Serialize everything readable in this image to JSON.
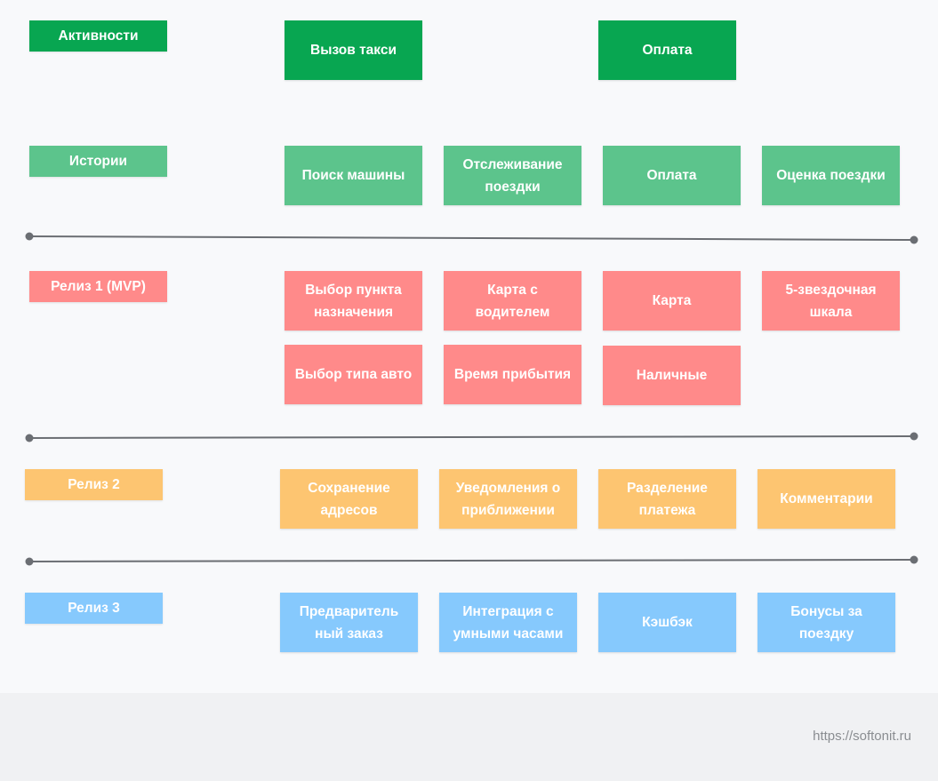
{
  "colors": {
    "activity": "#08a651",
    "story": "#5cc48c",
    "release1": "#ff8a8a",
    "release2": "#fdc571",
    "release3": "#86c9fd",
    "divider": "#6b6e73"
  },
  "rows": {
    "activities": {
      "label": "Активности",
      "cards": [
        "Вызов такси",
        "Оплата"
      ]
    },
    "stories": {
      "label": "Истории",
      "cards": [
        "Поиск машины",
        "Отслеживание поездки",
        "Оплата",
        "Оценка поездки"
      ]
    },
    "release1": {
      "label": "Релиз 1 (MVP)",
      "cards": [
        "Выбор пункта назначения",
        "Карта с водителем",
        "Карта",
        "5-звездочная шкала",
        "Выбор типа авто",
        "Время прибытия",
        "Наличные"
      ]
    },
    "release2": {
      "label": "Релиз 2",
      "cards": [
        "Сохранение адресов",
        "Уведомления о приближении",
        "Разделение платежа",
        "Комментарии"
      ]
    },
    "release3": {
      "label": "Релиз 3",
      "cards": [
        "Предваритель ный заказ",
        "Интеграция с умными часами",
        "Кэшбэк",
        "Бонусы за поездку"
      ]
    }
  },
  "footer": {
    "url": "https://softonit.ru"
  }
}
